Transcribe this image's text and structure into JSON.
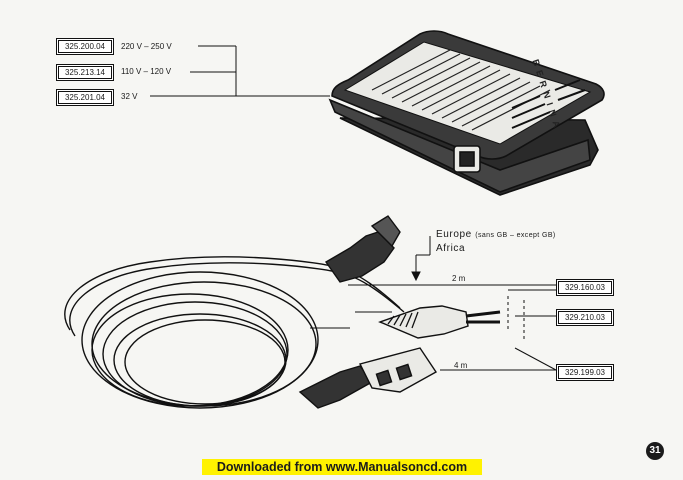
{
  "pedal_parts": [
    {
      "part_no": "325.200.04",
      "voltage": "220 V  –  250 V"
    },
    {
      "part_no": "325.213.14",
      "voltage": "110 V  –  120 V"
    },
    {
      "part_no": "325.201.04",
      "voltage": "32 V"
    }
  ],
  "pedal_brand": "BERNINA",
  "region": {
    "line1_main": "Europe",
    "line1_note": "(sans GB – except GB)",
    "line2": "Africa"
  },
  "distances": {
    "upper": "2 m",
    "lower": "4 m"
  },
  "cable_parts": [
    "329.160.03",
    "329.210.03",
    "329.199.03"
  ],
  "page_number": "31",
  "footer_link": "Downloaded from www.Manualsoncd.com"
}
